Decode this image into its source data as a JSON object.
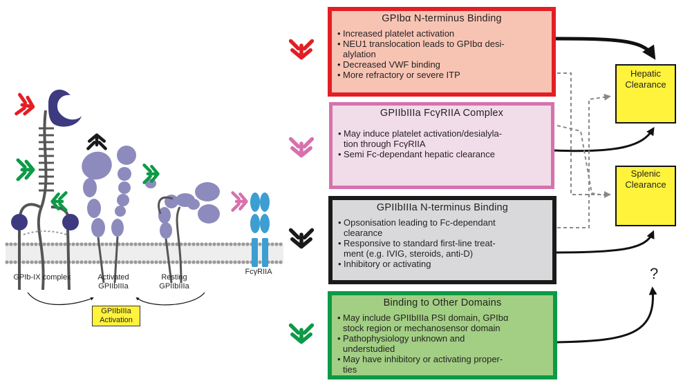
{
  "boxes": {
    "gpiba": {
      "title": "GPIbα N-terminus Binding",
      "items": [
        "Increased platelet activation",
        "NEU1 translocation leads to GPIbα desi-\nalylation",
        "Decreased VWF binding",
        "More refractory or severe ITP"
      ]
    },
    "complex": {
      "title": "GPIIbIIIa FcγRIIA Complex",
      "items": [
        "May induce platelet activation/desialyla-\ntion through FcγRIIA",
        "Semi Fc-dependant hepatic clearance"
      ]
    },
    "nterm": {
      "title": "GPIIbIIIa N-terminus Binding",
      "items": [
        "Opsonisation leading to Fc-dependant\nclearance",
        "Responsive to standard first-line treat-\nment (e.g. IVIG, steroids, anti-D)",
        "Inhibitory or activating"
      ]
    },
    "other": {
      "title": "Binding to Other Domains",
      "items": [
        "May include  GPIIbIIIa PSI domain, GPIbα\nstock region or mechanosensor domain",
        "Pathophysiology unknown and\nunderstudied",
        "May have inhibitory or activating proper-\nties"
      ]
    }
  },
  "clearance": {
    "hepatic": "Hepatic\nClearance",
    "splenic": "Splenic\nClearance",
    "unknown": "?"
  },
  "membrane_labels": {
    "gpib_ix": "GPIb-IX complex",
    "activated": "Activated\nGPIIbIIIa",
    "resting": "Resting\nGPIIbIIIa",
    "fcgr": "FcγRIIA",
    "activation": "GPIIbIIIa\nActivation"
  },
  "colors": {
    "red": "#e31e24",
    "pink": "#d672ad",
    "black": "#1a1a1a",
    "green": "#0c9a46",
    "protein": "#8d8bbd",
    "receptor": "#3c9ed1",
    "clearance": "#fff33c"
  }
}
